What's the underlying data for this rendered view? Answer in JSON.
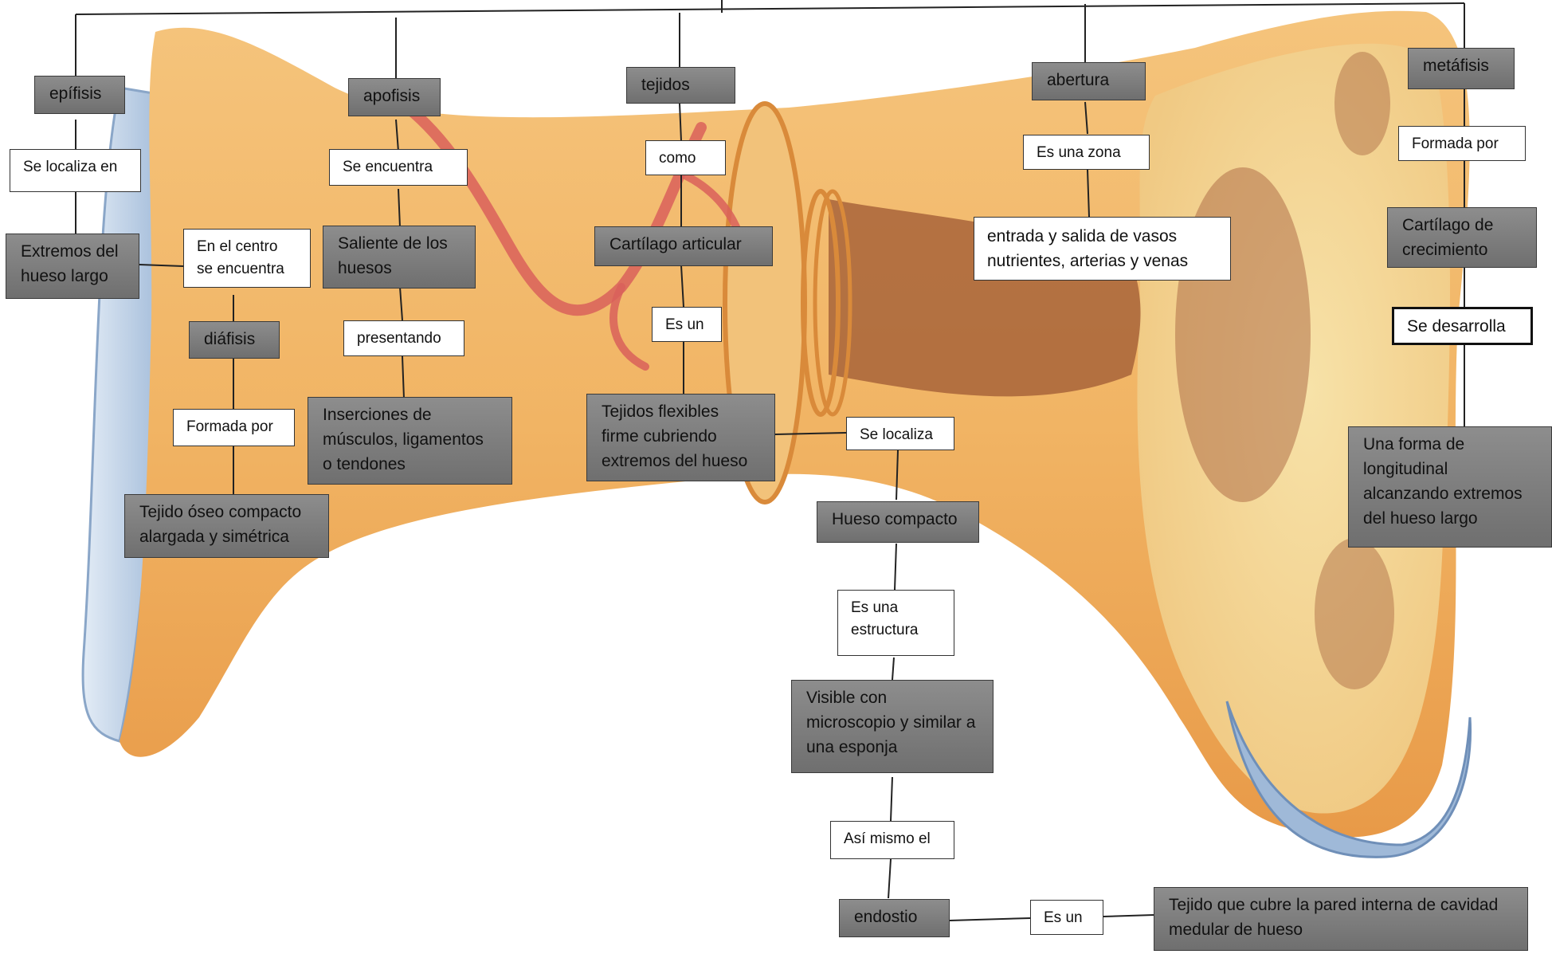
{
  "concept_map": {
    "epifisis": {
      "title": "epífisis",
      "link_locates": "Se localiza en",
      "location": "Extremos del hueso largo",
      "link_center": "En el centro se encuentra",
      "diafisis": "diáfisis",
      "link_formed": "Formada por",
      "tissue": "Tejido óseo compacto alargada y simétrica"
    },
    "apofisis": {
      "title": "apofisis",
      "link_found": "Se encuentra",
      "description": "Saliente de los huesos",
      "link_presenting": "presentando",
      "insertions": "Inserciones de músculos, ligamentos o tendones"
    },
    "tejidos": {
      "title": "tejidos",
      "link_as": "como",
      "cartilage": "Cartílago articular",
      "link_is": "Es un",
      "flexible": "Tejidos flexibles firme cubriendo extremos del hueso",
      "link_located": "Se localiza",
      "compact": "Hueso compacto",
      "link_structure": "Es una estructura",
      "visible": "Visible con microscopio y similar a una esponja",
      "link_also": "Así mismo el",
      "endostio": "endostio",
      "link_is2": "Es un",
      "endostio_desc": "Tejido que cubre la pared interna de cavidad medular de hueso"
    },
    "abertura": {
      "title": "abertura",
      "link_zone": "Es una zona",
      "description": "entrada y salida de vasos nutrientes, arterias y venas"
    },
    "metafisis": {
      "title": "metáfisis",
      "link_formed": "Formada por",
      "growth": "Cartílago de crecimiento",
      "link_develops": "Se desarrolla",
      "form": "Una forma de longitudinal alcanzando extremos del hueso largo"
    }
  },
  "colors": {
    "bone": "#f2b668",
    "bone_shadow": "#e08838",
    "cartilage": "#c9d9ea",
    "marrow": "#9c5a35",
    "vessel": "#d9605a",
    "node_dark": "#7e7e7e"
  }
}
